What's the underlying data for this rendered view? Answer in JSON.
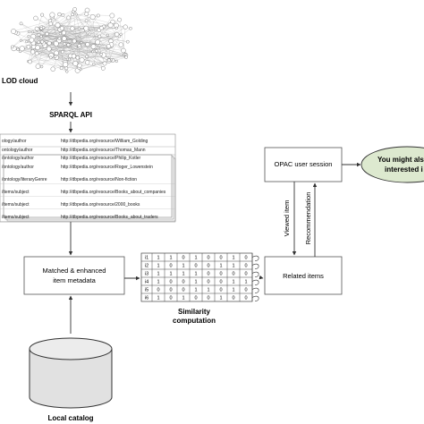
{
  "lod_cloud": {
    "label": "LOD cloud"
  },
  "sparql": {
    "label": "SPARQL API"
  },
  "triples": [
    {
      "pred": "ology/author",
      "obj": "http://dbpedia.org/resource/William_Golding"
    },
    {
      "pred": "ontology/author",
      "obj": "http://dbpedia.org/resource/Thomas_Mann"
    },
    {
      "pred": "/ontology/author",
      "obj": "http://dbpedia.org/resource/Philip_Kotler"
    },
    {
      "pred": "/ontology/author",
      "obj": "http://dbpedia.org/resource/Roger_Lowenstein"
    },
    {
      "pred": "/ontology/literaryGenre",
      "obj": "http://dbpedia.org/resource/Non-fiction"
    },
    {
      "pred": "/items/subject",
      "obj": "http://dbpedia.org/resource/Books_about_companies"
    },
    {
      "pred": "/items/subject",
      "obj": "http://dbpedia.org/resource/2000_books"
    },
    {
      "pred": "/items/subject",
      "obj": "http://dbpedia.org/resource/Books_about_traders"
    }
  ],
  "matched": {
    "line1": "Matched & enhanced",
    "line2": "item metadata"
  },
  "matrix": {
    "row_labels": [
      "i1",
      "i2",
      "i3",
      "i4",
      "i5",
      "i6"
    ],
    "rows": [
      [
        "1",
        "1",
        "0",
        "1",
        "0",
        "0",
        "1",
        "0"
      ],
      [
        "1",
        "0",
        "1",
        "0",
        "0",
        "1",
        "1",
        "0"
      ],
      [
        "1",
        "1",
        "1",
        "1",
        "0",
        "0",
        "0",
        "0"
      ],
      [
        "1",
        "0",
        "0",
        "1",
        "0",
        "0",
        "1",
        "1"
      ],
      [
        "0",
        "0",
        "0",
        "1",
        "1",
        "0",
        "1",
        "0"
      ],
      [
        "1",
        "0",
        "1",
        "0",
        "0",
        "1",
        "0",
        "0"
      ]
    ]
  },
  "similarity": {
    "line1": "Similarity",
    "line2": "computation"
  },
  "related": {
    "label": "Related items"
  },
  "opac": {
    "label": "OPAC user session"
  },
  "recommend_oval": {
    "line1": "You might als",
    "line2": "interested i"
  },
  "viewed_item": {
    "label": "Viewed item"
  },
  "recommendation": {
    "label": "Recommendation"
  },
  "local_catalog": {
    "label": "Local catalog"
  }
}
